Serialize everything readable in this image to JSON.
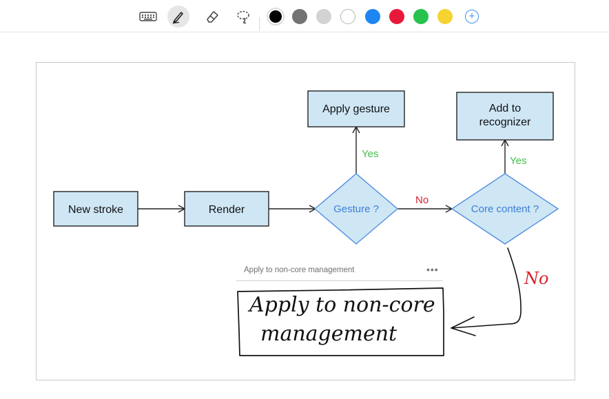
{
  "toolbar": {
    "tools": [
      {
        "icon": "keyboard-icon"
      },
      {
        "icon": "pen-icon",
        "selected": true
      },
      {
        "icon": "eraser-icon"
      },
      {
        "icon": "lasso-icon"
      }
    ],
    "colors": [
      "#000000",
      "#737373",
      "#d3d3d3",
      "#ffffff",
      "#1e86f0",
      "#e8183b",
      "#27c24c",
      "#f5d330"
    ],
    "selected_color": "#000000",
    "add_color_icon": "plus-icon",
    "add_symbol": "+"
  },
  "diagram": {
    "nodes": {
      "new_stroke": "New stroke",
      "render": "Render",
      "gesture": "Gesture ?",
      "core_content": "Core content ?",
      "apply_gesture": "Apply gesture",
      "add_to_recognizer_line1": "Add to",
      "add_to_recognizer_line2": "recognizer"
    },
    "edges": {
      "gesture_yes": "Yes",
      "gesture_no": "No",
      "core_yes": "Yes",
      "core_no_handwritten": "No"
    },
    "colors": {
      "box_fill": "#cfe6f5",
      "box_stroke": "#222222",
      "diamond_fill": "#cfe6f5",
      "diamond_stroke": "#4f8fe0",
      "diamond_text": "#3b7fd6",
      "yes_color": "#3fbf4a",
      "no_color": "#d9232d"
    }
  },
  "recognition": {
    "suggestion": "Apply to non-core management",
    "more_label": "•••",
    "handwritten_line1": "Apply to non-core",
    "handwritten_line2": "management"
  }
}
